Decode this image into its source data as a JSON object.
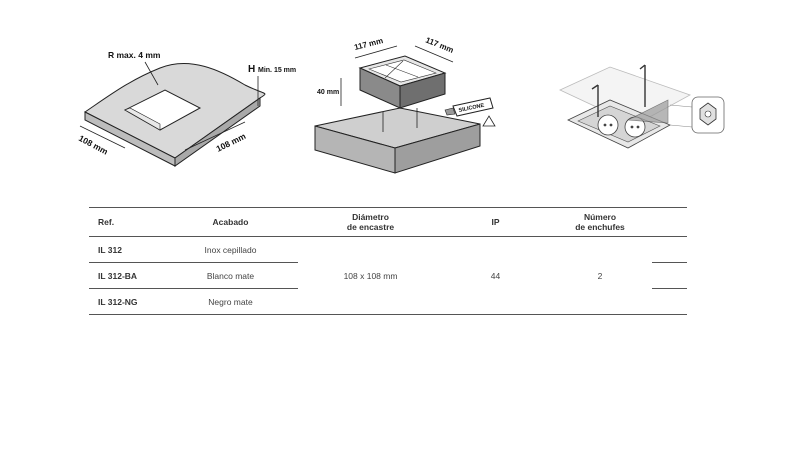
{
  "figures": {
    "cutout": {
      "radius_label": "R max. 4 mm",
      "height_label": "H",
      "height_min_label": "Min. 15 mm",
      "width_label_a": "108 mm",
      "width_label_b": "108 mm"
    },
    "box": {
      "width_label_a": "117 mm",
      "width_label_b": "117 mm",
      "depth_label": "40 mm",
      "silicone_label": "SILICONE"
    }
  },
  "table": {
    "headers": {
      "ref": "Ref.",
      "finish": "Acabado",
      "diameter_l1": "Diámetro",
      "diameter_l2": "de encastre",
      "ip": "IP",
      "sockets_l1": "Número",
      "sockets_l2": "de enchufes"
    },
    "rows": [
      {
        "ref": "IL 312",
        "finish": "Inox cepillado"
      },
      {
        "ref": "IL 312-BA",
        "finish": "Blanco mate"
      },
      {
        "ref": "IL 312-NG",
        "finish": "Negro mate"
      }
    ],
    "shared": {
      "diameter": "108 x 108 mm",
      "ip": "44",
      "sockets": "2"
    }
  }
}
